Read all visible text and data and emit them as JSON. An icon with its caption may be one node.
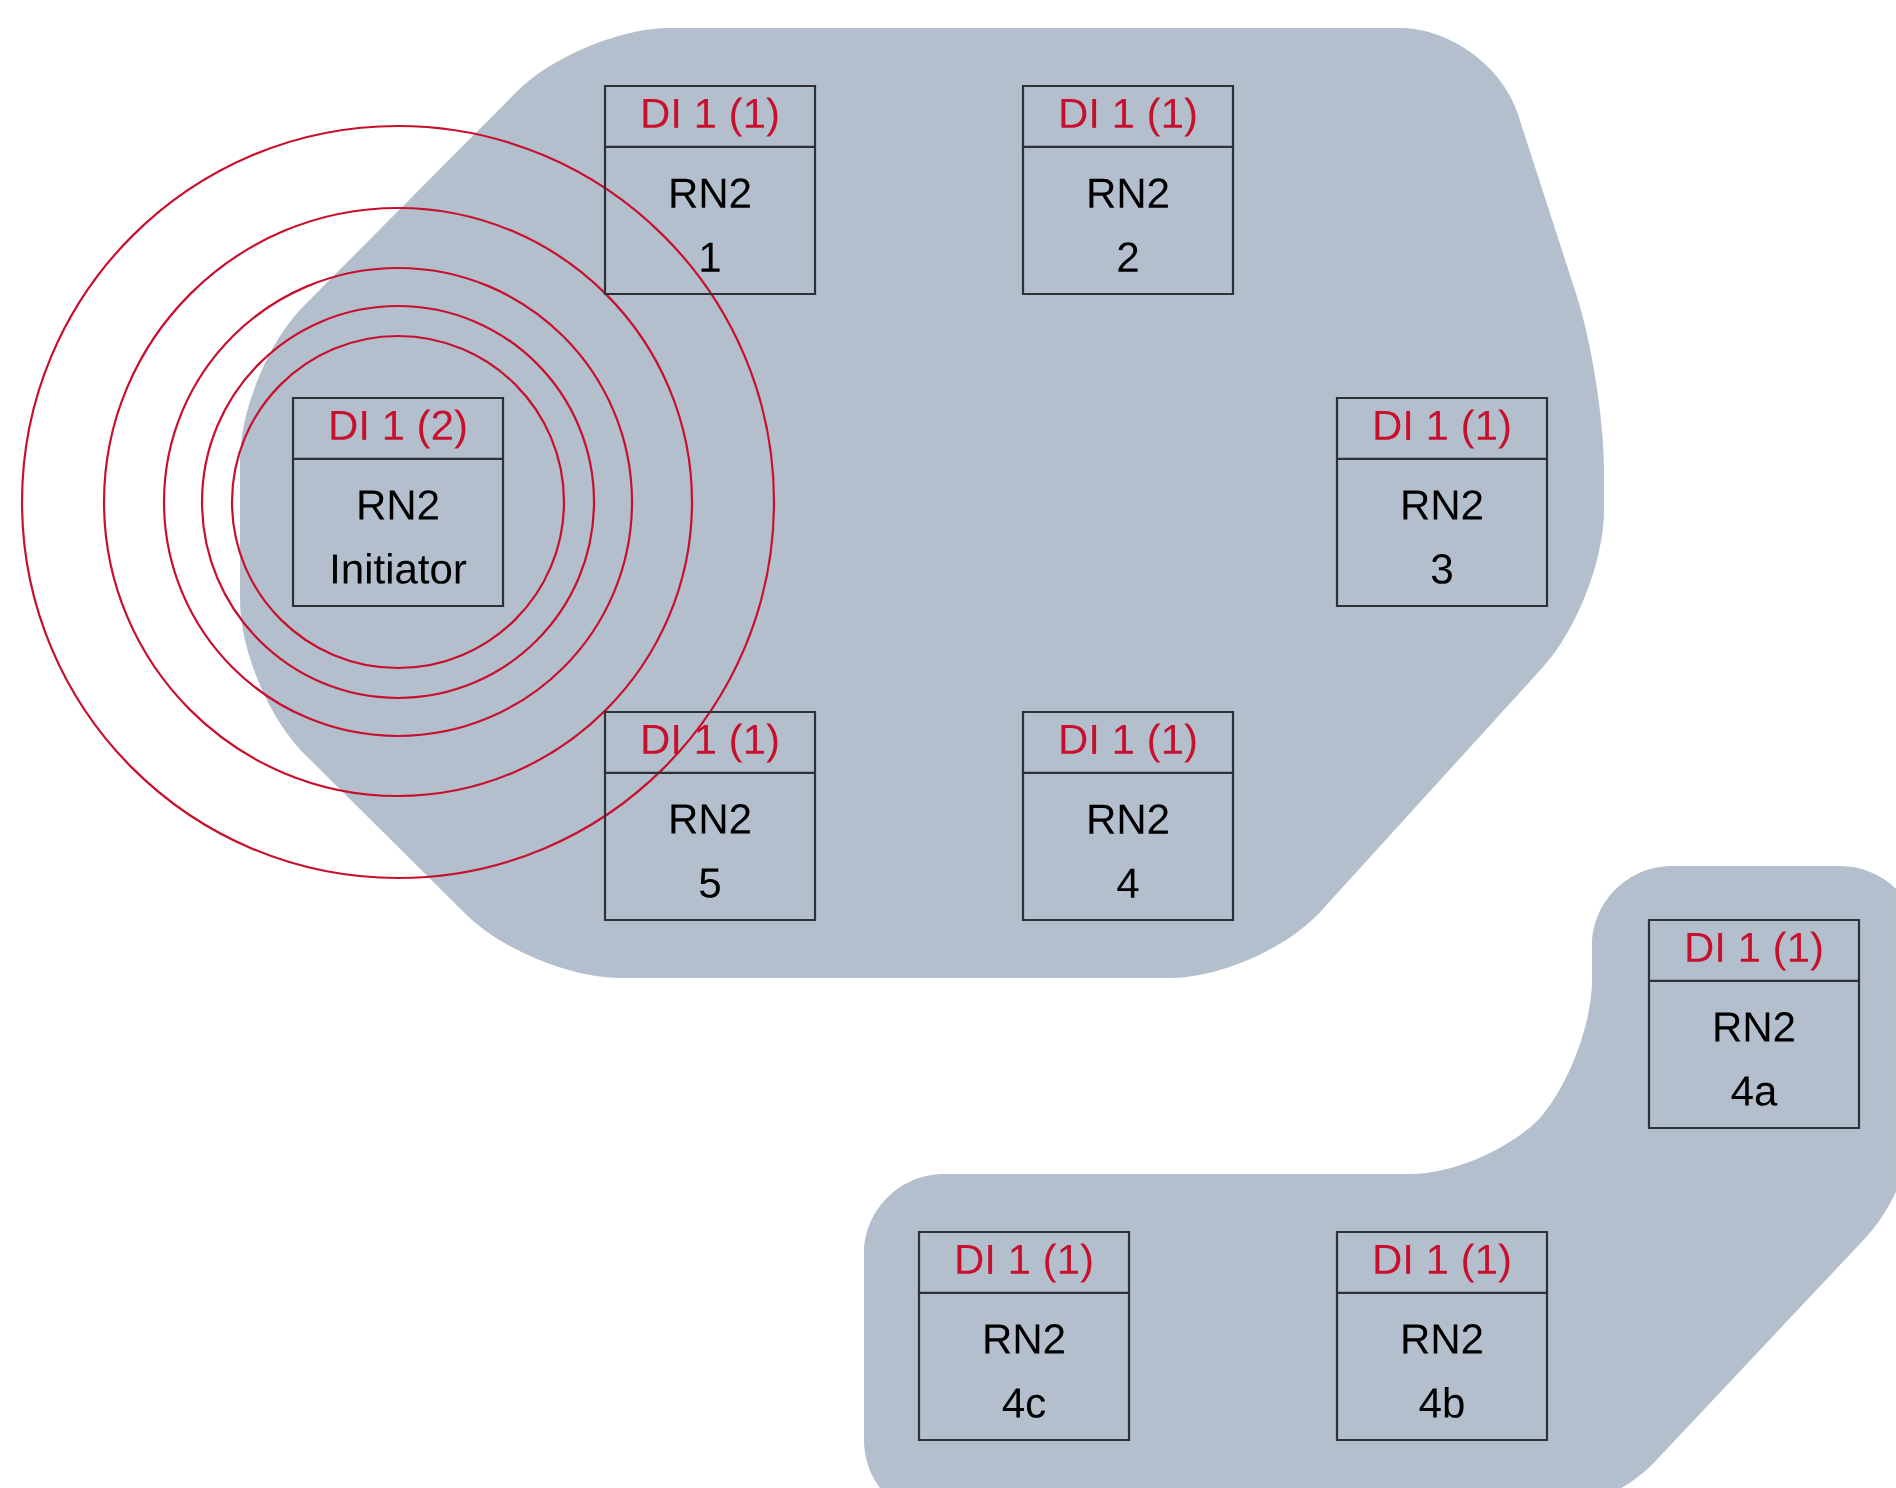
{
  "diagram": {
    "nodes": [
      {
        "text": [
          "DI 1 (1)",
          "RN2 1"
        ]
      },
      {
        "text": [
          "DI 1 (1)",
          "RN2 2"
        ]
      },
      {
        "text": [
          "DI 1 (2)",
          "RN2 Initiator"
        ]
      },
      {
        "text": [
          "DI 1 (1)",
          "RN2 3"
        ]
      },
      {
        "text": [
          "DI 1 (1)",
          "RN2 5"
        ]
      },
      {
        "text": [
          "DI 1 (1)",
          "RN2 4"
        ]
      },
      {
        "text": [
          "DI 1 (1)",
          "RN2 4a"
        ]
      },
      {
        "text": [
          "DI 1 (1)",
          "RN2 4c"
        ]
      },
      {
        "text": [
          "DI 1 (1)",
          "RN2 4b"
        ]
      }
    ]
  }
}
